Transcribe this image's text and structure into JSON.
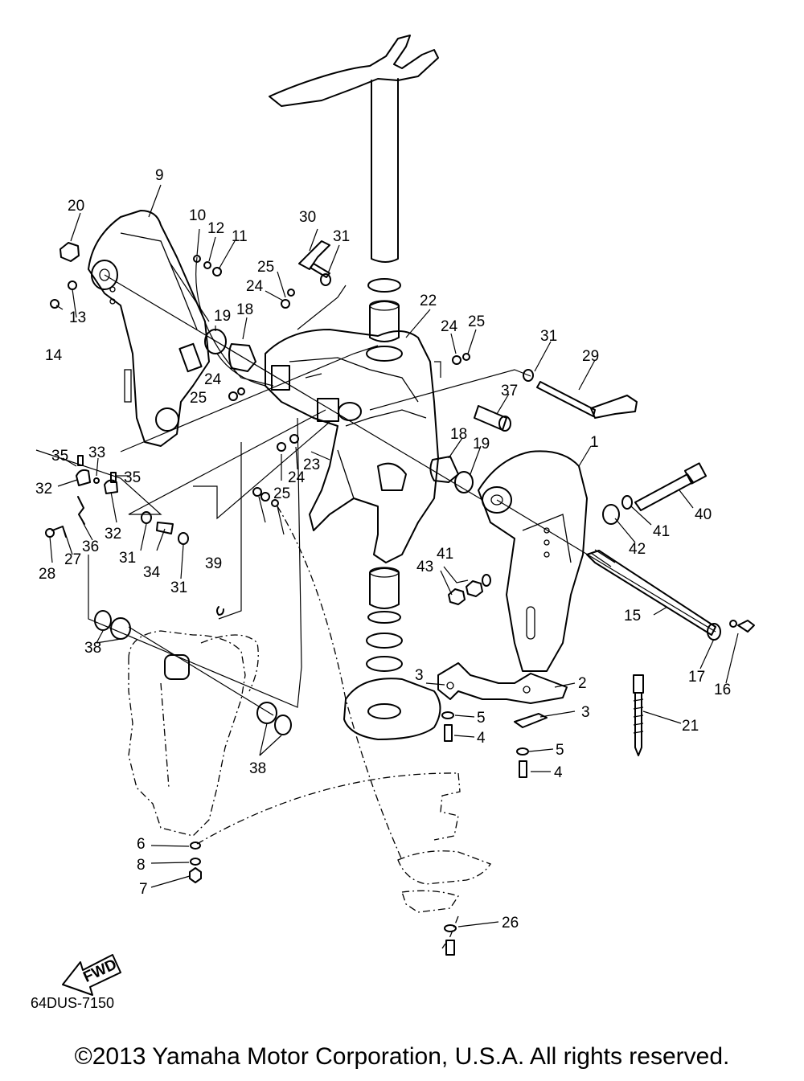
{
  "diagram": {
    "code": "64DUS-7150",
    "fwd_label": "FWD",
    "copyright": "©2013 Yamaha Motor Corporation, U.S.A. All rights reserved.",
    "callouts": [
      "1",
      "2",
      "3",
      "3",
      "4",
      "4",
      "5",
      "5",
      "6",
      "7",
      "8",
      "9",
      "10",
      "11",
      "12",
      "13",
      "14",
      "15",
      "16",
      "17",
      "18",
      "18",
      "19",
      "19",
      "20",
      "21",
      "22",
      "23",
      "24",
      "24",
      "24",
      "24",
      "25",
      "25",
      "25",
      "25",
      "26",
      "27",
      "28",
      "29",
      "30",
      "31",
      "31",
      "31",
      "31",
      "32",
      "32",
      "33",
      "34",
      "35",
      "35",
      "36",
      "37",
      "38",
      "38",
      "39",
      "40",
      "41",
      "41",
      "42",
      "43"
    ]
  }
}
